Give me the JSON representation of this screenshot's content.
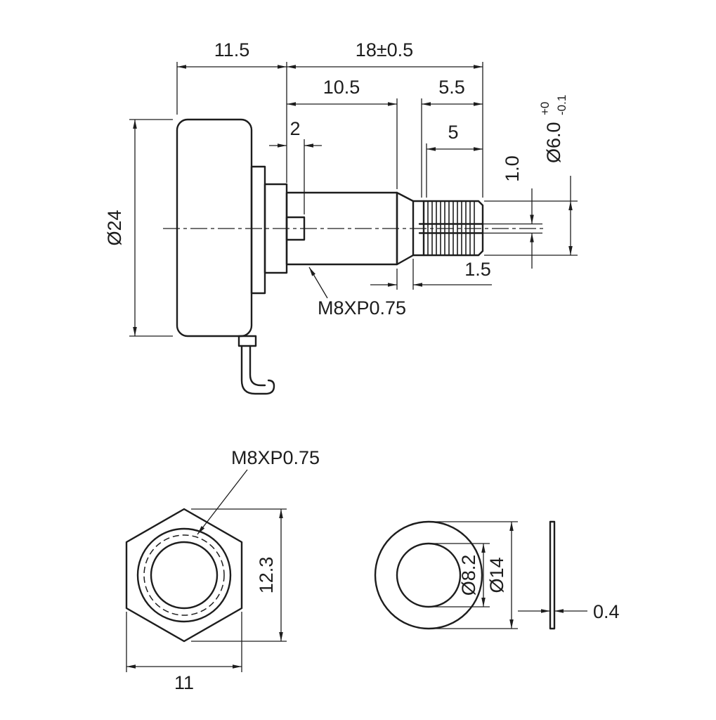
{
  "side_view": {
    "body_depth": "11.5",
    "shaft_total_length": "18±0.5",
    "bushing_length": "10.5",
    "tip_length": "5.5",
    "tab_length": "2",
    "knurl_length": "5",
    "shaft_diameter": "Ø6.0",
    "shaft_diameter_tol_upper": "+0",
    "shaft_diameter_tol_lower": "-0.1",
    "slot_width": "1.0",
    "body_diameter": "Ø24",
    "neck_length": "1.5",
    "thread_spec": "M8XP0.75"
  },
  "nut_view": {
    "thread_spec": "M8XP0.75",
    "across_corners": "12.3",
    "across_flats": "11"
  },
  "washer_view": {
    "hole_diameter": "Ø8.2",
    "outer_diameter": "Ø14",
    "thickness": "0.4"
  }
}
